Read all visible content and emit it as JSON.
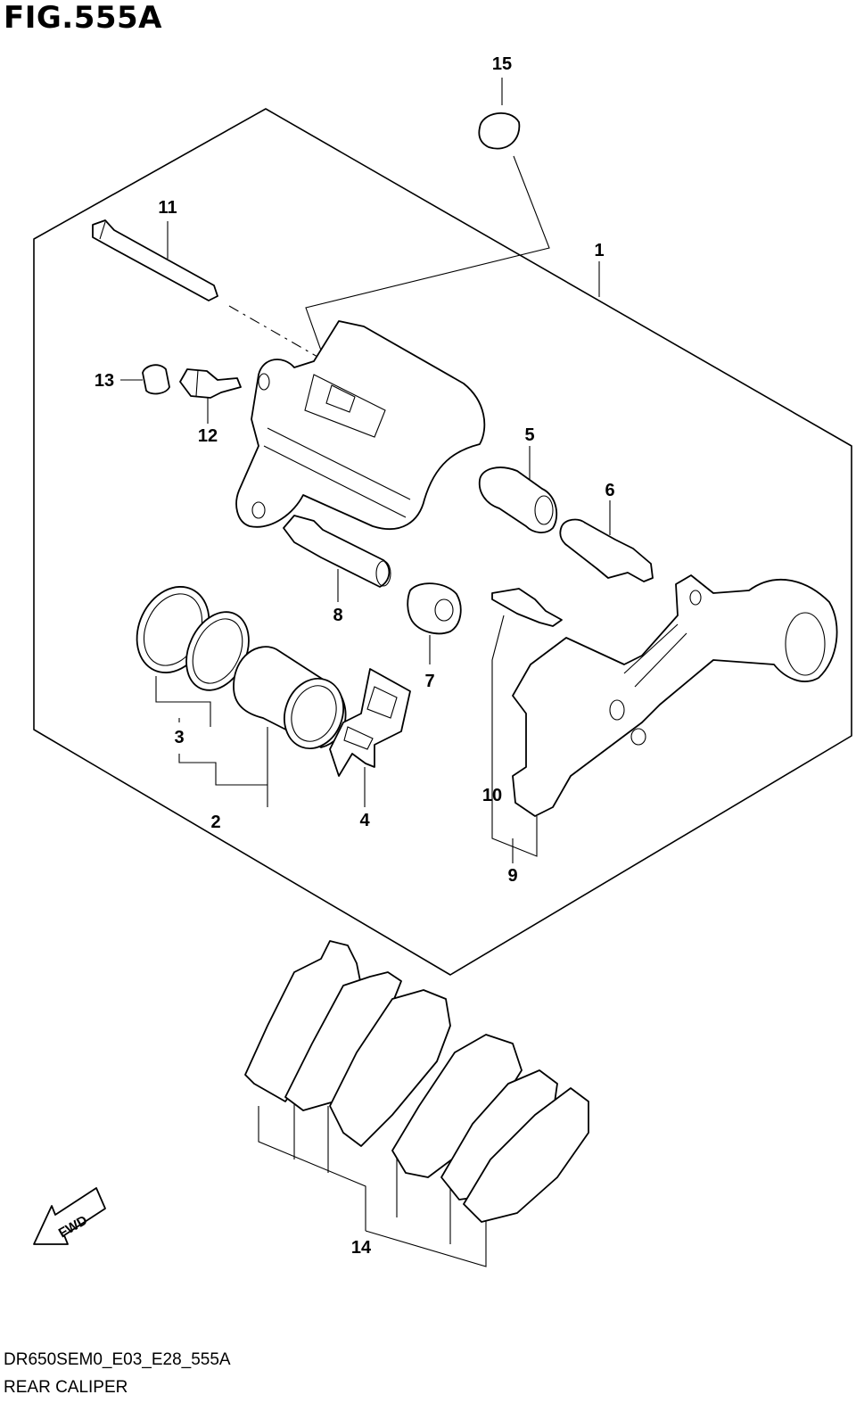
{
  "figure": {
    "title": "FIG.555A",
    "code": "DR650SEM0_E03_E28_555A",
    "name": "REAR CALIPER"
  },
  "callouts": [
    "1",
    "2",
    "3",
    "4",
    "5",
    "6",
    "7",
    "8",
    "9",
    "10",
    "11",
    "12",
    "13",
    "14",
    "15"
  ],
  "fwd_label": "FWD"
}
